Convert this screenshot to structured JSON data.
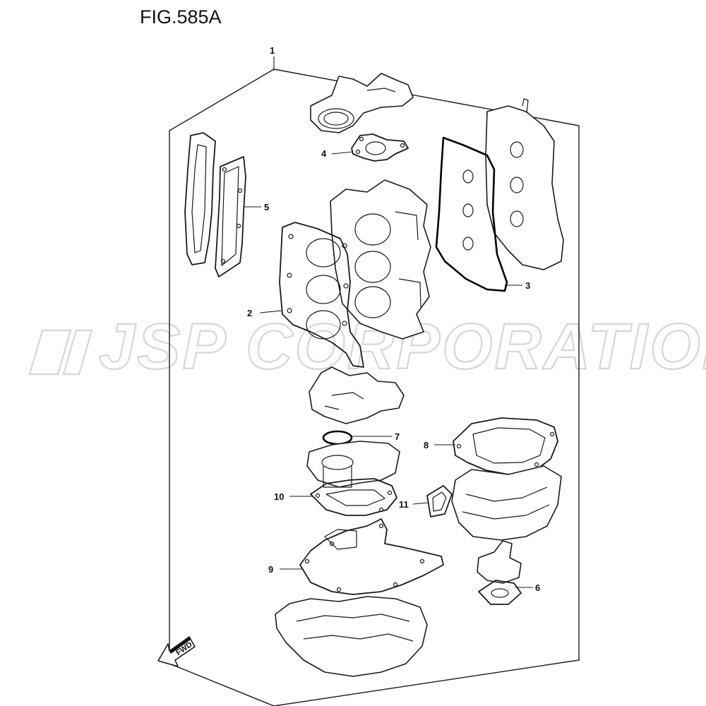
{
  "figure": {
    "title": "FIG.585A"
  },
  "watermark": {
    "text": "JSP CORPORATION"
  },
  "direction_indicator": {
    "label": "FWD"
  },
  "callouts": [
    {
      "id": "c1",
      "label": "1"
    },
    {
      "id": "c2",
      "label": "2"
    },
    {
      "id": "c3",
      "label": "3"
    },
    {
      "id": "c4",
      "label": "4"
    },
    {
      "id": "c5",
      "label": "5"
    },
    {
      "id": "c6",
      "label": "6"
    },
    {
      "id": "c7",
      "label": "7"
    },
    {
      "id": "c8",
      "label": "8"
    },
    {
      "id": "c9",
      "label": "9"
    },
    {
      "id": "c10",
      "label": "10"
    },
    {
      "id": "c11",
      "label": "11"
    }
  ]
}
